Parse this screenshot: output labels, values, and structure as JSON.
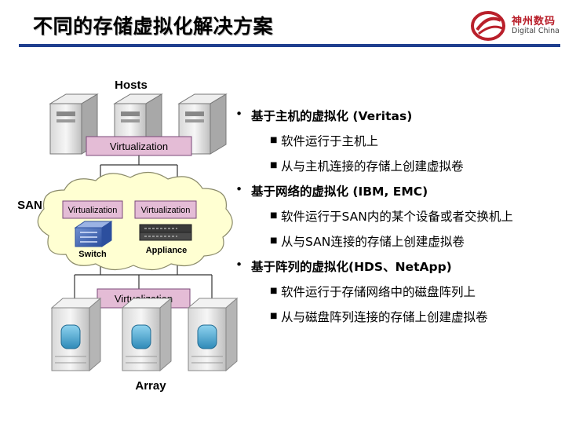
{
  "title": "不同的存储虚拟化解决方案",
  "logo": {
    "cn": "神州数码",
    "en": "Digital China"
  },
  "diagram": {
    "hosts_label": "Hosts",
    "san_label": "SAN",
    "array_label": "Array",
    "host_virtualization": "Virtualization",
    "switch_virtualization": "Virtualization",
    "appliance_virtualization": "Virtualization",
    "array_virtualization": "Virtualization",
    "switch_label": "Switch",
    "appliance_label": "Appliance"
  },
  "bullets": [
    {
      "text": "基于主机的虚拟化 (Veritas)",
      "subs": [
        "软件运行于主机上",
        "从与主机连接的存储上创建虚拟卷"
      ]
    },
    {
      "text": "基于网络的虚拟化 (IBM, EMC)",
      "subs": [
        "软件运行于SAN内的某个设备或者交换机上",
        "从与SAN连接的存储上创建虚拟卷"
      ]
    },
    {
      "text": "基于阵列的虚拟化(HDS、NetApp)",
      "subs": [
        "软件运行于存储网络中的磁盘阵列上",
        "从与磁盘阵列连接的存储上创建虚拟卷"
      ]
    }
  ]
}
